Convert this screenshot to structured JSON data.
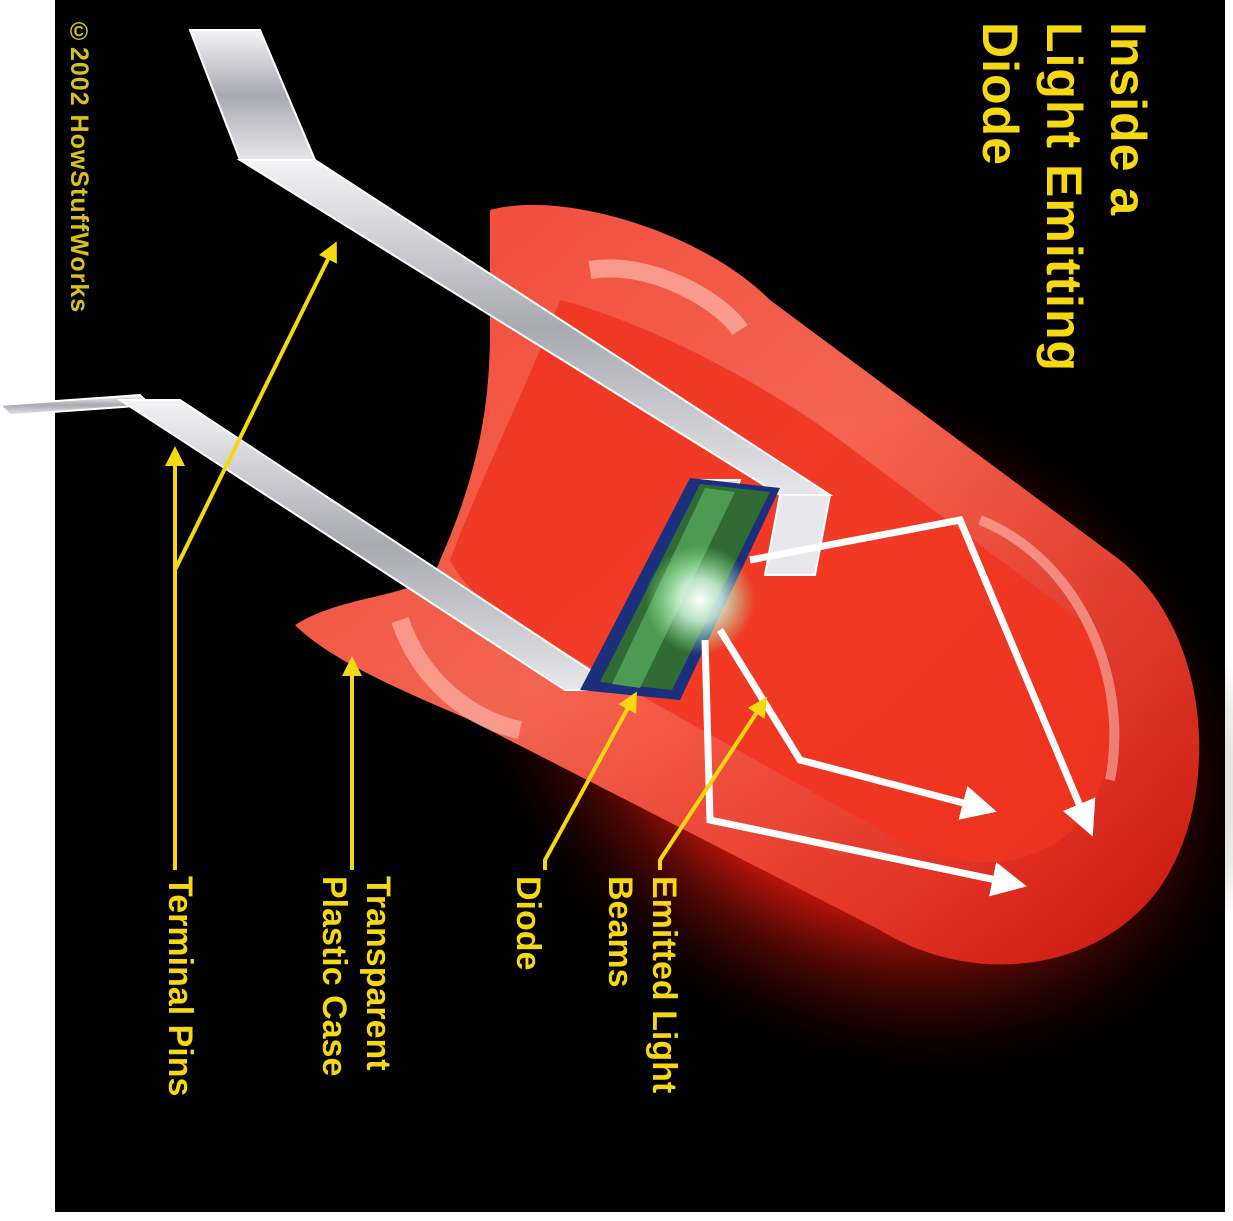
{
  "title": "Inside a\nLight Emitting\nDiode",
  "labels": {
    "emitted_light_beams": "Emitted Light\nBeams",
    "diode": "Diode",
    "transparent_plastic_case": "Transparent\nPlastic Case",
    "terminal_pins": "Terminal Pins"
  },
  "copyright": "©2002 HowStuffWorks",
  "colors": {
    "background": "#000000",
    "label_yellow": "#f5d712",
    "led_red": "#ff2a1a",
    "chip_green": "#2f6b33",
    "chip_blue": "#2c3fa8",
    "metal": "#c9c9cf"
  }
}
